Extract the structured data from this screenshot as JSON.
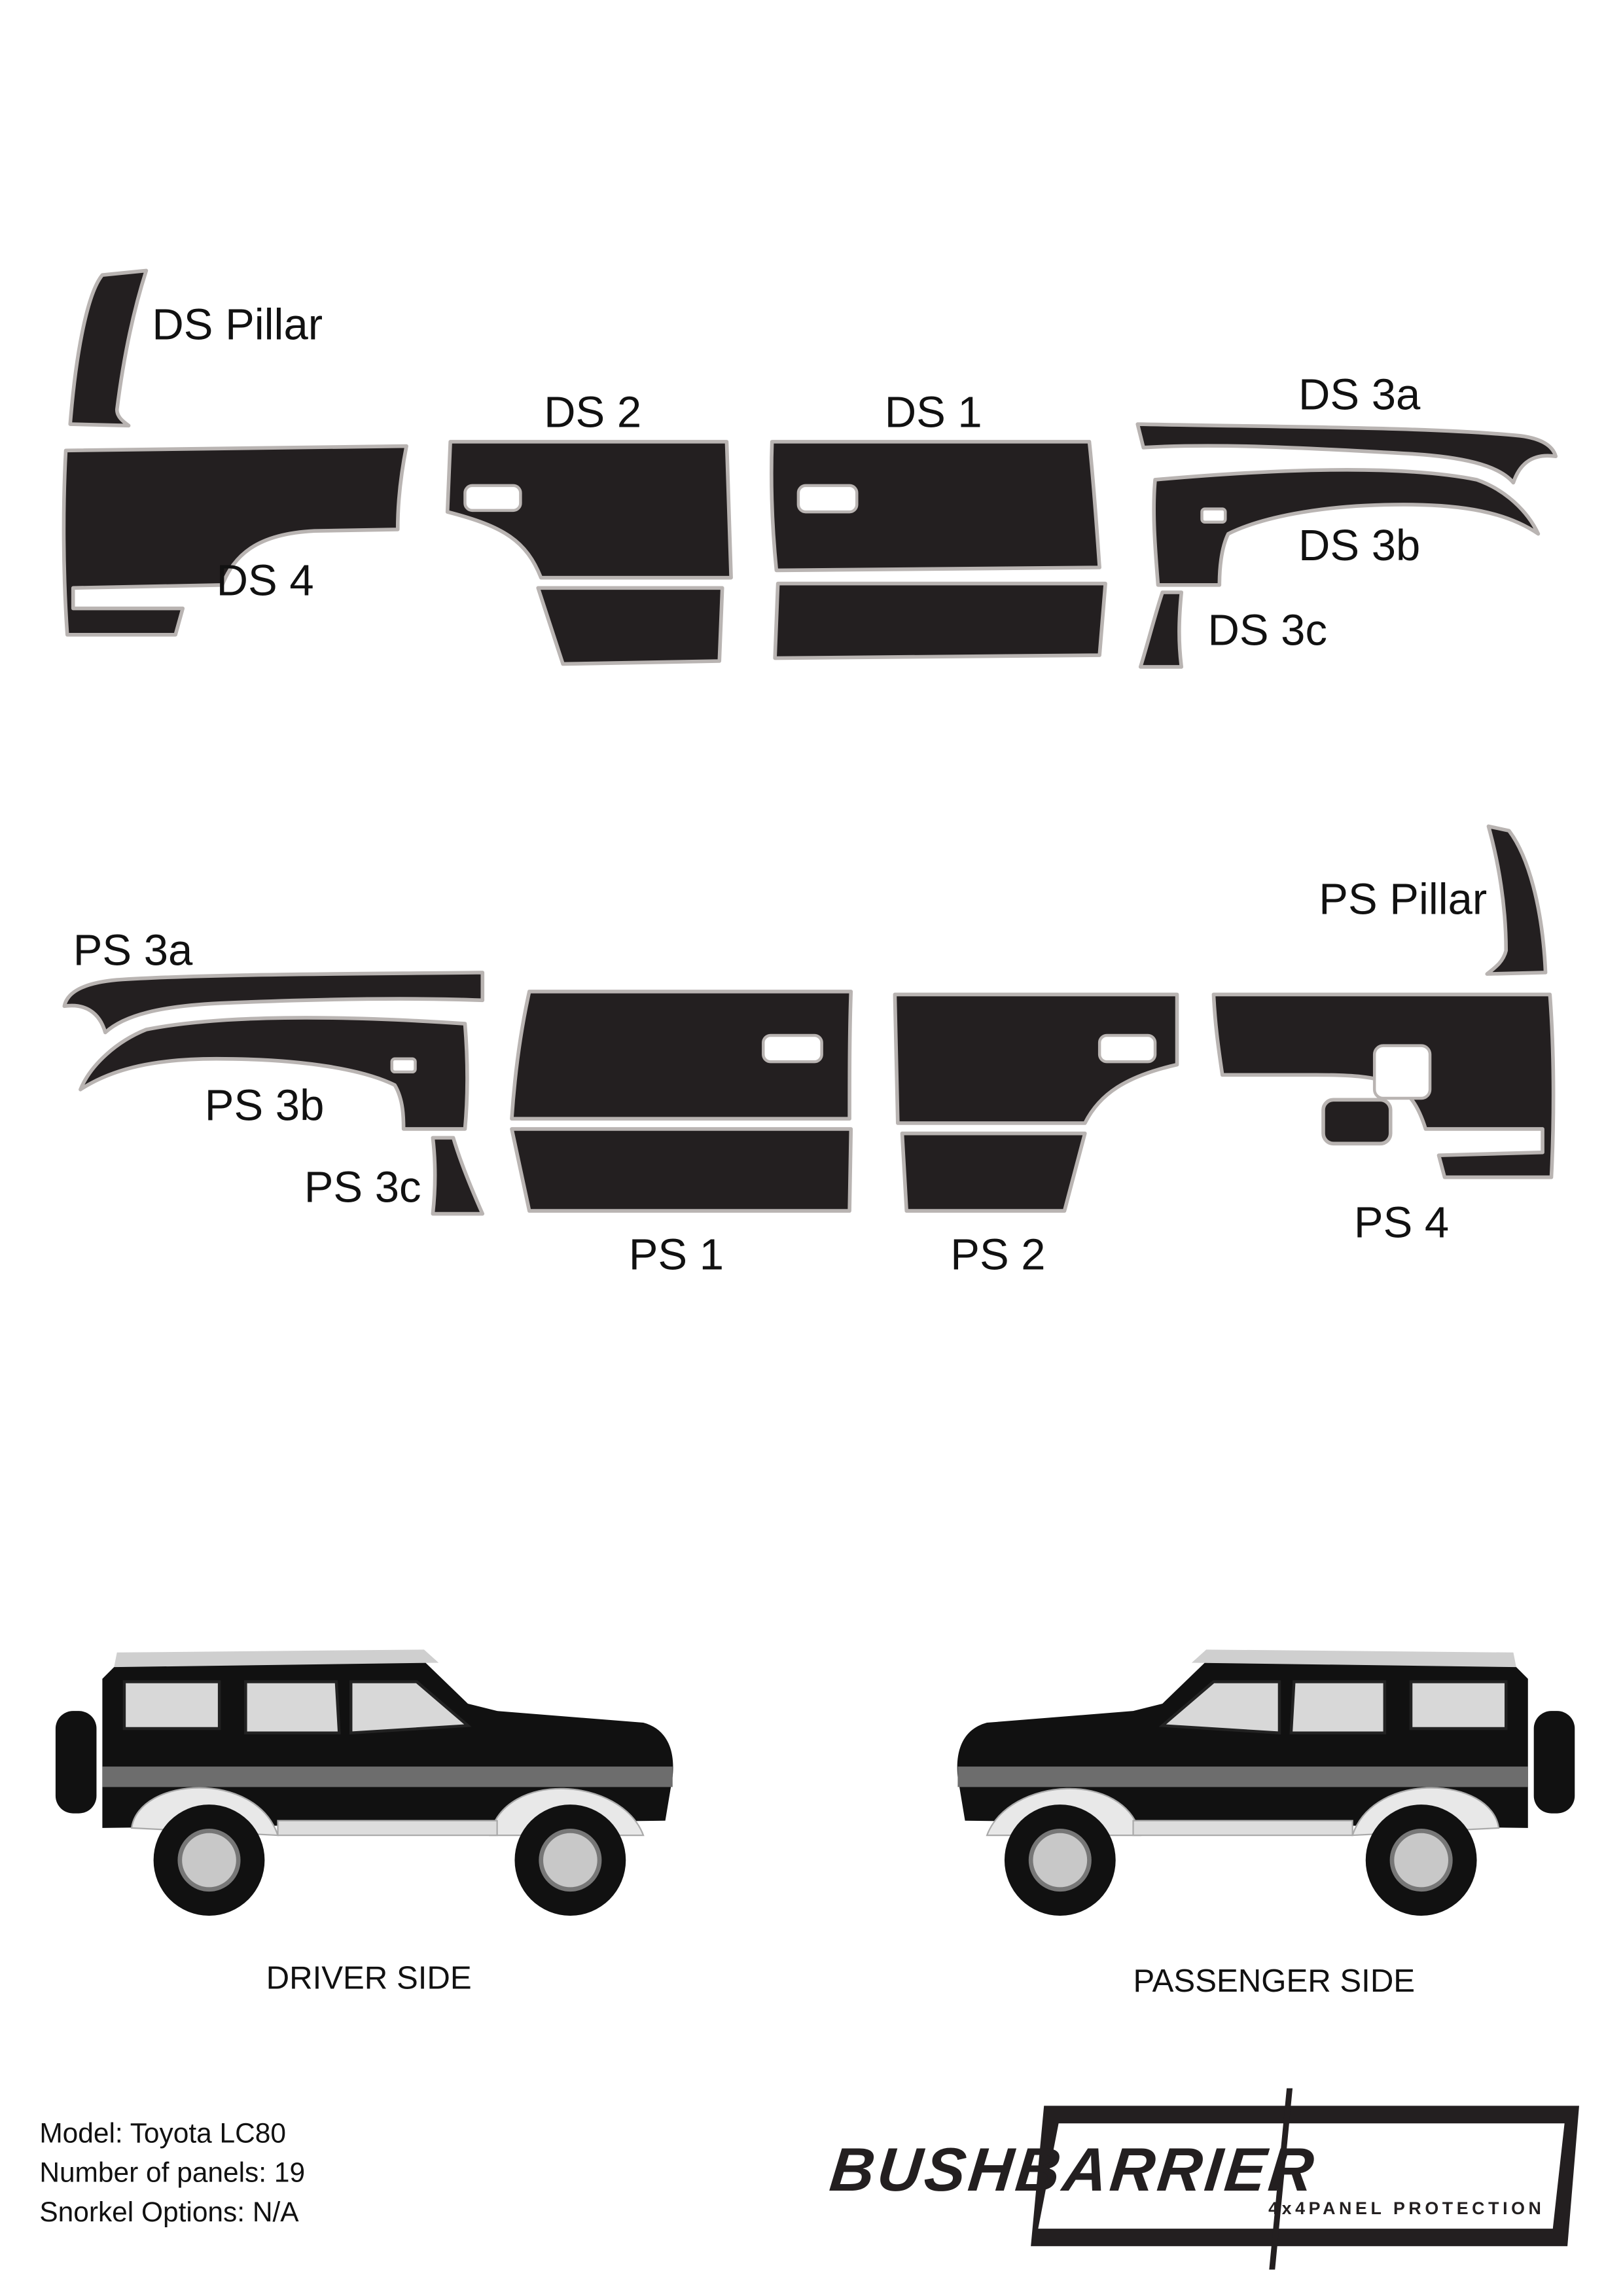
{
  "driver_side_panels": {
    "pillar": "DS Pillar",
    "p2": "DS 2",
    "p1": "DS 1",
    "p3a": "DS 3a",
    "p3b": "DS 3b",
    "p3c": "DS 3c",
    "p4": "DS 4"
  },
  "passenger_side_panels": {
    "pillar": "PS Pillar",
    "p3a": "PS 3a",
    "p3b": "PS 3b",
    "p3c": "PS 3c",
    "p1": "PS 1",
    "p2": "PS 2",
    "p4": "PS 4"
  },
  "captions": {
    "driver": "DRIVER SIDE",
    "passenger": "PASSENGER SIDE"
  },
  "info": {
    "model": "Model: Toyota LC80",
    "panels": "Number of panels: 19",
    "snorkel": "Snorkel Options: N/A"
  },
  "logo": {
    "name": "BUSHBARRIER",
    "tagline": "4x4PANEL PROTECTION"
  },
  "colors": {
    "panel": "#231f20",
    "outline": "#b9b4b2"
  }
}
